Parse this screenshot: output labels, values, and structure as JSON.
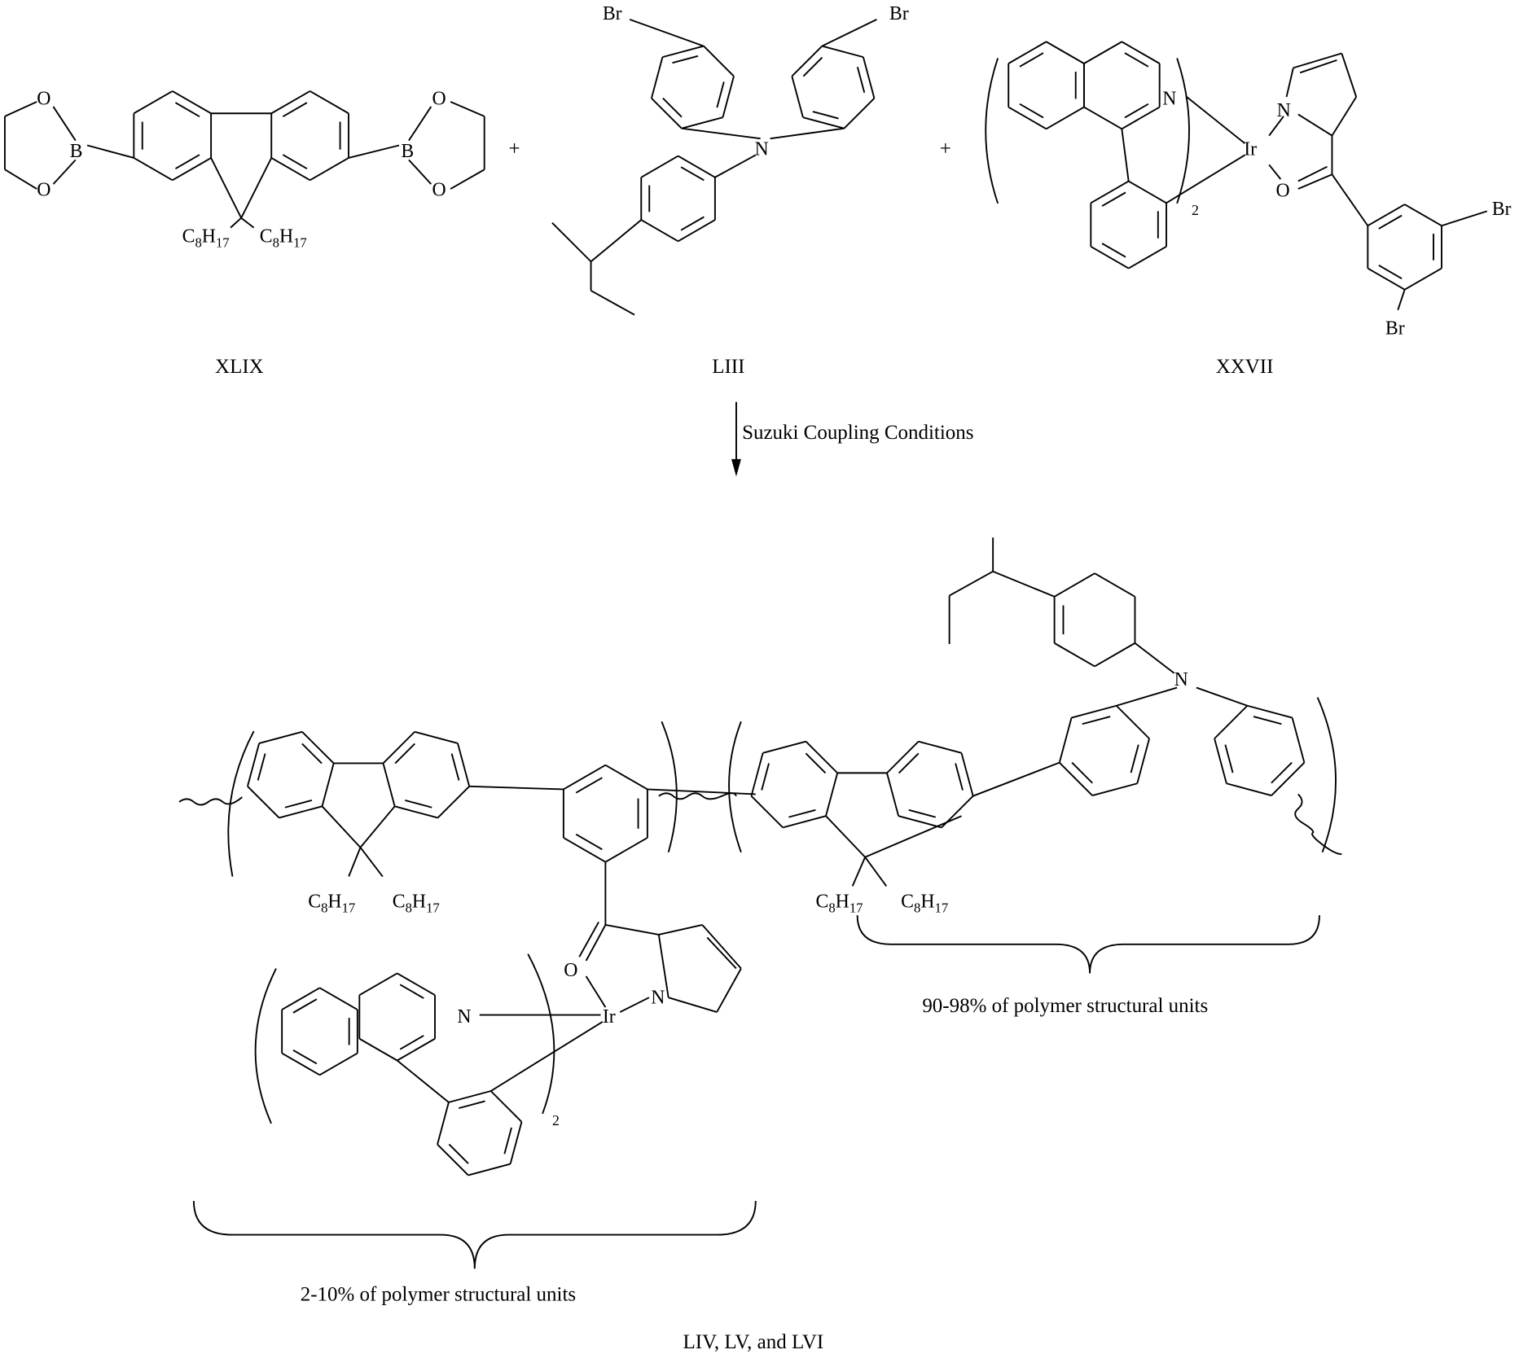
{
  "reactants": [
    {
      "id": "XLIX",
      "atoms": [
        "O",
        "O",
        "B",
        "B",
        "O",
        "O"
      ],
      "substituents": [
        "C8H17",
        "C8H17"
      ]
    },
    {
      "id": "LIII",
      "atoms": [
        "Br",
        "Br",
        "N"
      ]
    },
    {
      "id": "XXVII",
      "atoms": [
        "N",
        "Ir",
        "N",
        "O",
        "Br",
        "Br"
      ],
      "subscript": "2"
    }
  ],
  "plus_signs": [
    "+",
    "+"
  ],
  "arrow_label": "Suzuki Coupling Conditions",
  "product": {
    "substituents": [
      "C8H17",
      "C8H17",
      "C8H17",
      "C8H17"
    ],
    "atoms": [
      "N",
      "Ir",
      "O",
      "N",
      "N"
    ],
    "subscript": "2",
    "left_brace_label": "2-10% of polymer structural units",
    "right_brace_label": "90-98% of polymer structural units",
    "ids": "LIV, LV, and LVI"
  }
}
